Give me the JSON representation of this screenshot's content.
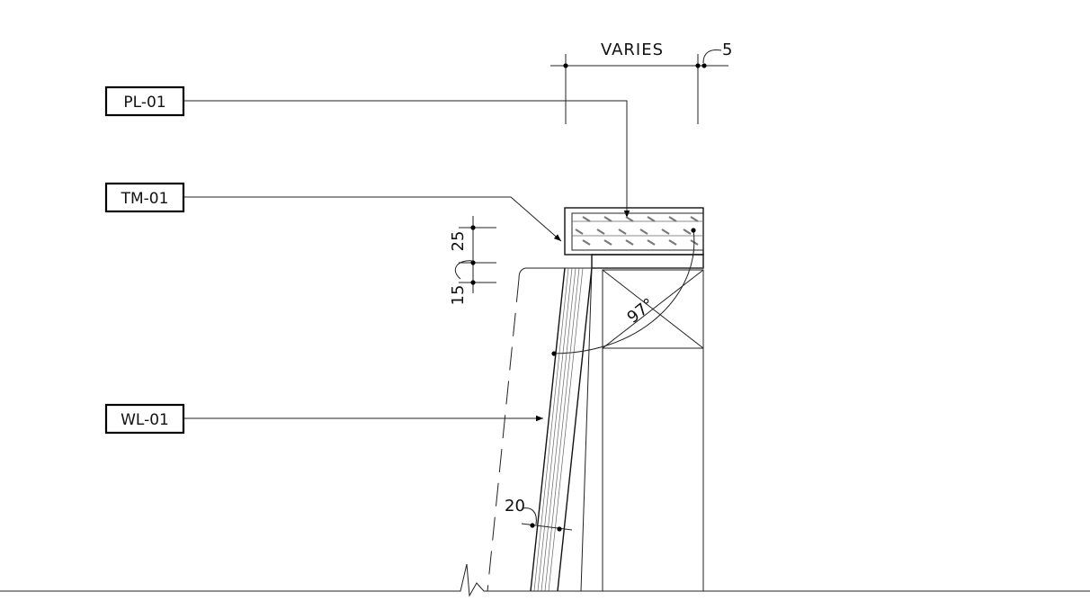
{
  "tags": {
    "pl": "PL-01",
    "tm": "TM-01",
    "wl": "WL-01"
  },
  "dimensions": {
    "varies": "VARIES",
    "five": "5",
    "twenty_five": "25",
    "fifteen": "15",
    "twenty": "20",
    "angle": "97°"
  }
}
